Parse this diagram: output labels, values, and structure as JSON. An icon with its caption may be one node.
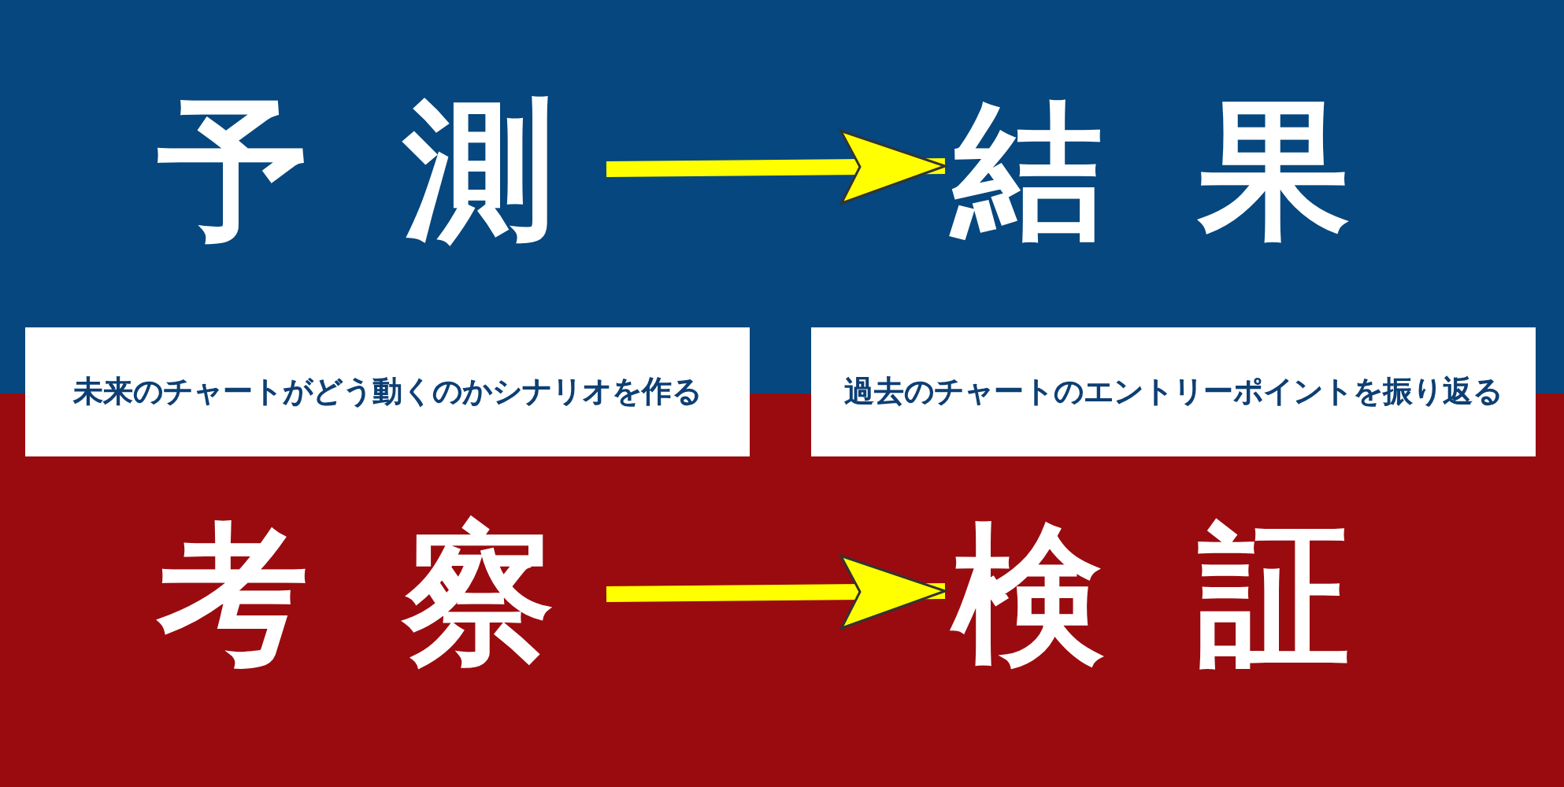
{
  "diagram": {
    "nodes": [
      {
        "text": [
          "予測"
        ]
      },
      {
        "text": [
          "結果"
        ]
      },
      {
        "text": [
          "未来のチャートがどう動くのかシナリオを作る"
        ]
      },
      {
        "text": [
          "過去のチャートのエントリーポイントを振り返る"
        ]
      },
      {
        "text": [
          "考察"
        ]
      },
      {
        "text": [
          "検証"
        ]
      }
    ],
    "edges": [
      {
        "from": 0,
        "to": 1,
        "arrow": "to"
      },
      {
        "from": 4,
        "to": 5,
        "arrow": "to"
      }
    ]
  }
}
